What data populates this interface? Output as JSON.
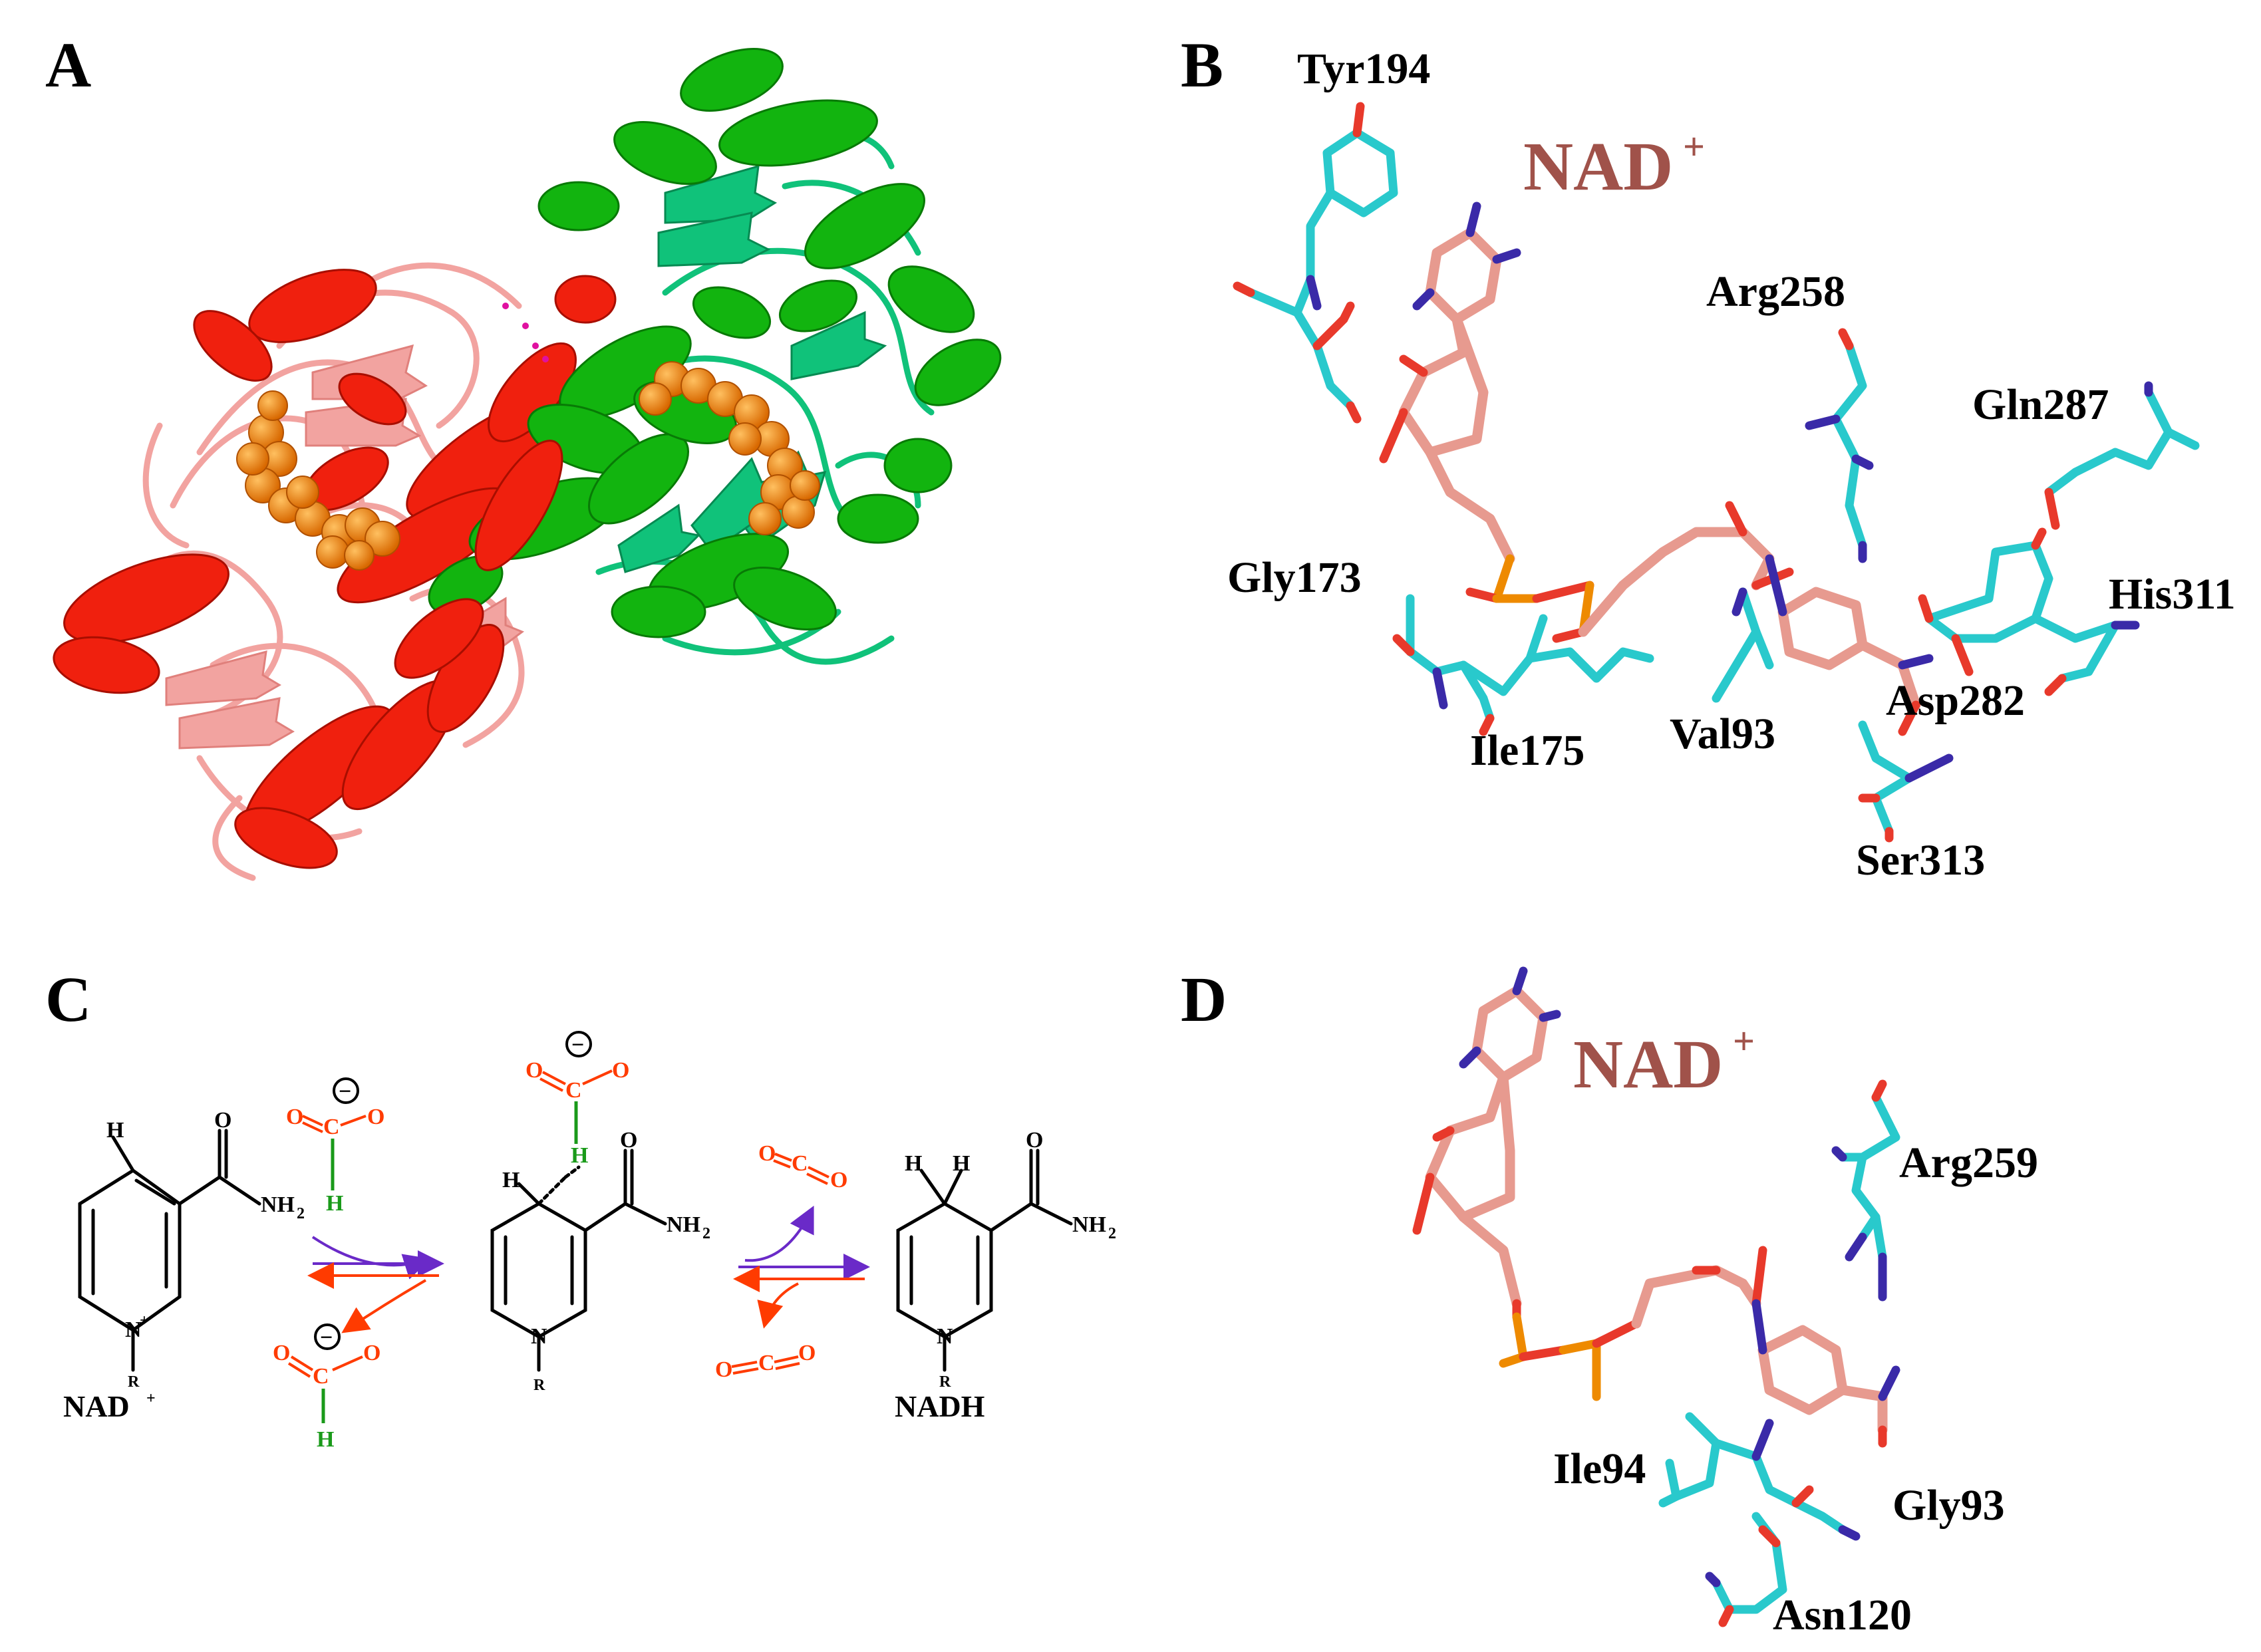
{
  "panels": {
    "a": {
      "label": "A"
    },
    "b": {
      "label": "B",
      "ligand": "NAD",
      "ligand_charge": "+",
      "residues": [
        "Tyr194",
        "Arg258",
        "Gln287",
        "Gly173",
        "His311",
        "Asp282",
        "Ile175",
        "Val93",
        "Ser313"
      ]
    },
    "c": {
      "label": "C",
      "nadplus": {
        "text": "NAD",
        "charge": "+",
        "nh2": "NH",
        "sub2": "2",
        "h": "H",
        "o": "O",
        "n": "N",
        "r": "R"
      },
      "middle": {
        "nh2": "NH",
        "sub2": "2",
        "h": "H",
        "o": "O",
        "n": "N",
        "r": "R"
      },
      "nadh": {
        "text": "NADH",
        "nh2": "NH",
        "sub2": "2",
        "h": "H",
        "o": "O",
        "n": "N",
        "r": "R"
      },
      "formate": {
        "o": "O",
        "c": "C",
        "h": "H",
        "minus": "−"
      },
      "co2": {
        "o": "O",
        "c": "C"
      }
    },
    "d": {
      "label": "D",
      "ligand": "NAD",
      "ligand_charge": "+",
      "residues": [
        "Arg259",
        "Ile94",
        "Gly93",
        "Asn120"
      ]
    }
  },
  "colors": {
    "domain_red": "#f0200e",
    "domain_pink": "#f2a3a0",
    "domain_green": "#12b40f",
    "domain_teal": "#10c27a",
    "ligand_orange": "#f08a00",
    "residue_cyan": "#29c9cc",
    "nad_salmon": "#e79a8f",
    "nitrogen_blue": "#3a2aa8",
    "oxygen_red": "#e8392b",
    "nad_label": "#a0524a",
    "forward_arrow": "#6a2ac8",
    "reverse_arrow": "#ff3b00"
  }
}
